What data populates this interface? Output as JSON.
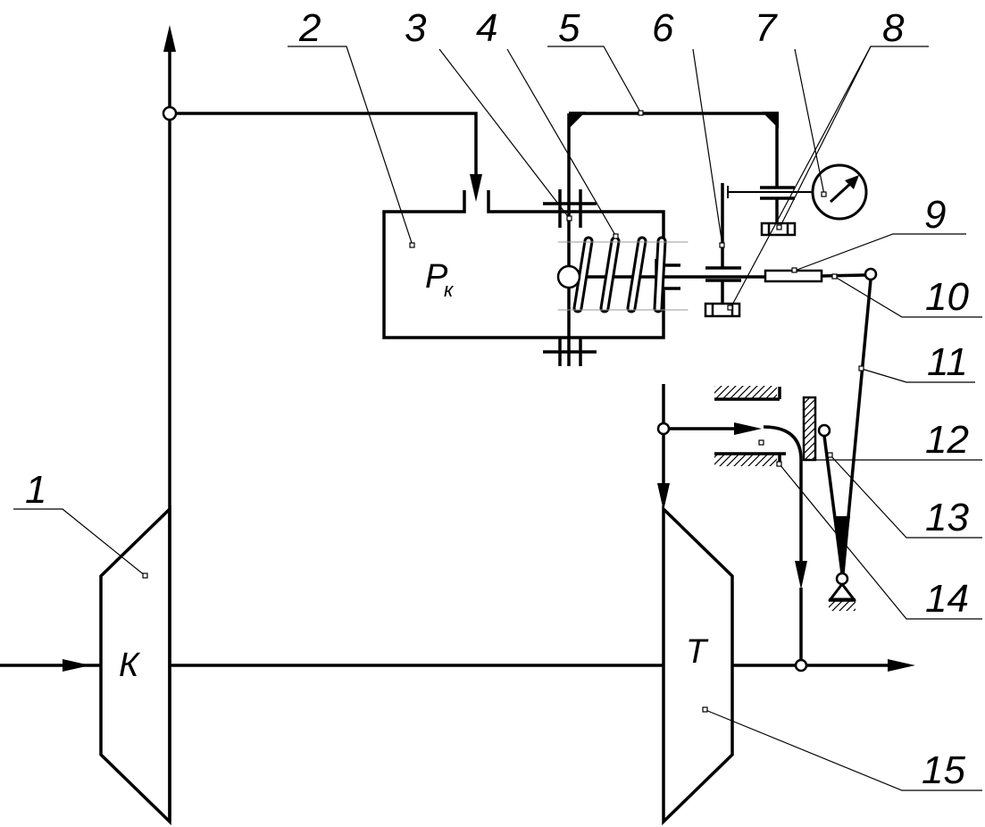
{
  "colors": {
    "line": "#000000",
    "background": "#ffffff"
  },
  "symbols": {
    "compressor": "К",
    "turbine": "Т",
    "pressure": "Р",
    "pressure_subscript": "к"
  },
  "callouts": [
    "1",
    "2",
    "3",
    "4",
    "5",
    "6",
    "7",
    "8",
    "9",
    "10",
    "11",
    "12",
    "13",
    "14",
    "15"
  ]
}
